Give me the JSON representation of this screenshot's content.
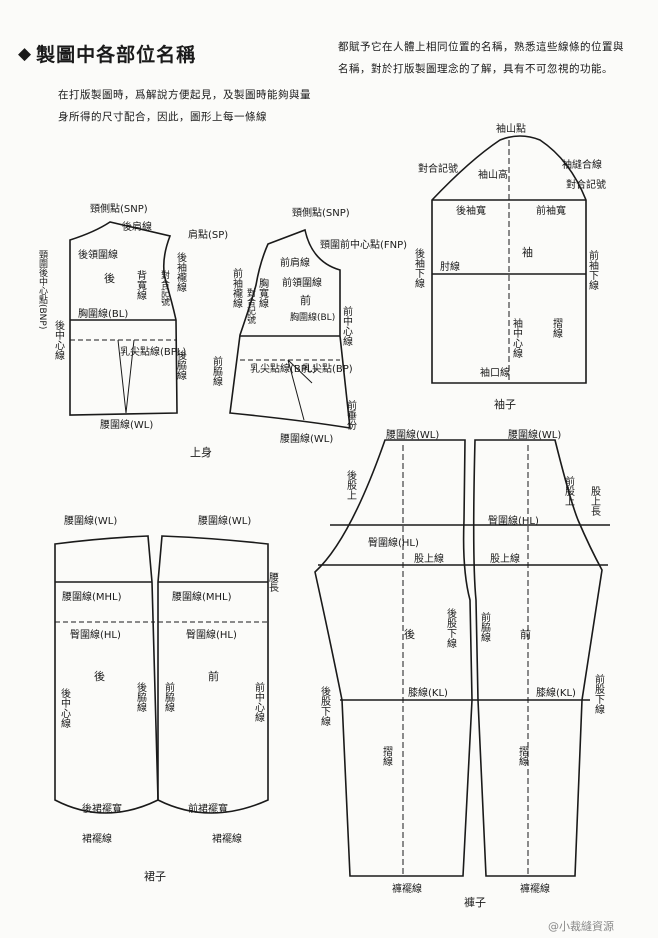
{
  "header": {
    "diamond": "◆",
    "title": "製圖中各部位名稱",
    "intro_left": "在打版製圖時，爲解說方便起見，及製圖時能夠與量身所得的尺寸配合，因此，圖形上每一條線",
    "intro_right": "都賦予它在人體上相同位置的名稱，熟悉這些線條的位置與名稱，對於打版製圖理念的了解，具有不可忽視的功能。"
  },
  "bodice": {
    "caption": "上身",
    "back": {
      "snp": "頸側點(SNP)",
      "shoulder_line": "後肩線",
      "shoulder_point": "肩點(SP)",
      "neck_center": "頸圍後中心點(BNP)",
      "neckline": "後領圍線",
      "armhole": "後袖襱線",
      "back_width": "背寬線",
      "match_mark": "對合記號",
      "label": "後",
      "bust_line": "胸圍線(BL)",
      "center_line": "後中心線",
      "bpl": "乳尖點線(BPL)",
      "side_seam": "後脇線",
      "waist_line": "腰圍線(WL)"
    },
    "front": {
      "snp": "頸側點(SNP)",
      "fnp": "頸圍前中心點(FNP)",
      "shoulder_line": "前肩線",
      "neckline": "前領圍線",
      "armhole": "前袖襱線",
      "chest_width": "胸寬線",
      "match_mark": "對合記號",
      "label": "前",
      "bust_line": "胸圍線(BL)",
      "center_line": "前中心線",
      "side_seam": "前脇線",
      "bpl": "乳尖點線(BPL)",
      "bp": "乳尖點(BP)",
      "drop": "前垂份",
      "waist_line": "腰圍線(WL)"
    }
  },
  "sleeve": {
    "caption": "袖子",
    "cap_point": "袖山點",
    "match_mark_left": "對合記號",
    "cap_seam": "袖縫合線",
    "match_mark_right": "對合記號",
    "cap_height": "袖山高",
    "back_width": "後袖寬",
    "front_width": "前袖寬",
    "back_underarm": "後袖下線",
    "elbow": "肘線",
    "label": "袖",
    "front_underarm": "前袖下線",
    "center": "袖中心線",
    "crease": "摺線",
    "hem": "袖口線"
  },
  "skirt": {
    "caption": "裙子",
    "wl_back": "腰圍線(WL)",
    "wl_front": "腰圍線(WL)",
    "hip_length": "腰長",
    "mhl_back": "腰圍線(MHL)",
    "mhl_front": "腰圍線(MHL)",
    "hl_back": "臀圍線(HL)",
    "hl_front": "臀圍線(HL)",
    "label_back": "後",
    "label_front": "前",
    "back_center": "後中心線",
    "back_side": "後脇線",
    "front_side": "前脇線",
    "front_center": "前中心線",
    "back_hem_width": "後裙襬寬",
    "front_hem_width": "前裙襬寬",
    "hem_back": "裙襬線",
    "hem_front": "裙襬線"
  },
  "pants": {
    "caption": "褲子",
    "wl_back": "腰圍線(WL)",
    "wl_front": "腰圍線(WL)",
    "back_rise": "後股上",
    "front_rise": "前股上",
    "rise_length": "股上長",
    "hl_back": "臀圍線(HL)",
    "hl_front": "臀圍線(HL)",
    "crotch_back": "股上線",
    "crotch_front": "股上線",
    "back_inseam": "後股下線",
    "front_side": "前脇線",
    "label_back": "後",
    "label_front": "前",
    "kl_back": "膝線(KL)",
    "kl_front": "膝線(KL)",
    "back_outseam": "後股下線",
    "front_inseam": "前股下線",
    "crease_back": "摺線",
    "crease_front": "摺線",
    "hem_back": "褲襬線",
    "hem_front": "褲襬線"
  },
  "watermark": "@小裁縫資源"
}
